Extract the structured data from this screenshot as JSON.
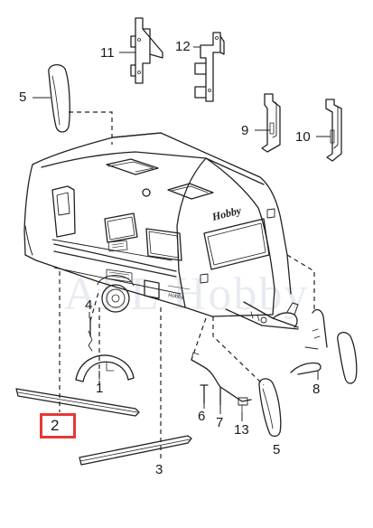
{
  "diagram": {
    "brand_text": "Hobby",
    "watermark_text": "ALL Hobby",
    "part_labels": {
      "p1": "1",
      "p2": "2",
      "p3": "3",
      "p4": "4",
      "p5a": "5",
      "p5b": "5",
      "p6": "6",
      "p7": "7",
      "p8": "8",
      "p9": "9",
      "p10": "10",
      "p11": "11",
      "p12": "12",
      "p13": "13"
    },
    "highlighted_part": "2",
    "colors": {
      "line": "#222222",
      "highlight": "#e53935",
      "watermark": "#d6dce6"
    }
  }
}
